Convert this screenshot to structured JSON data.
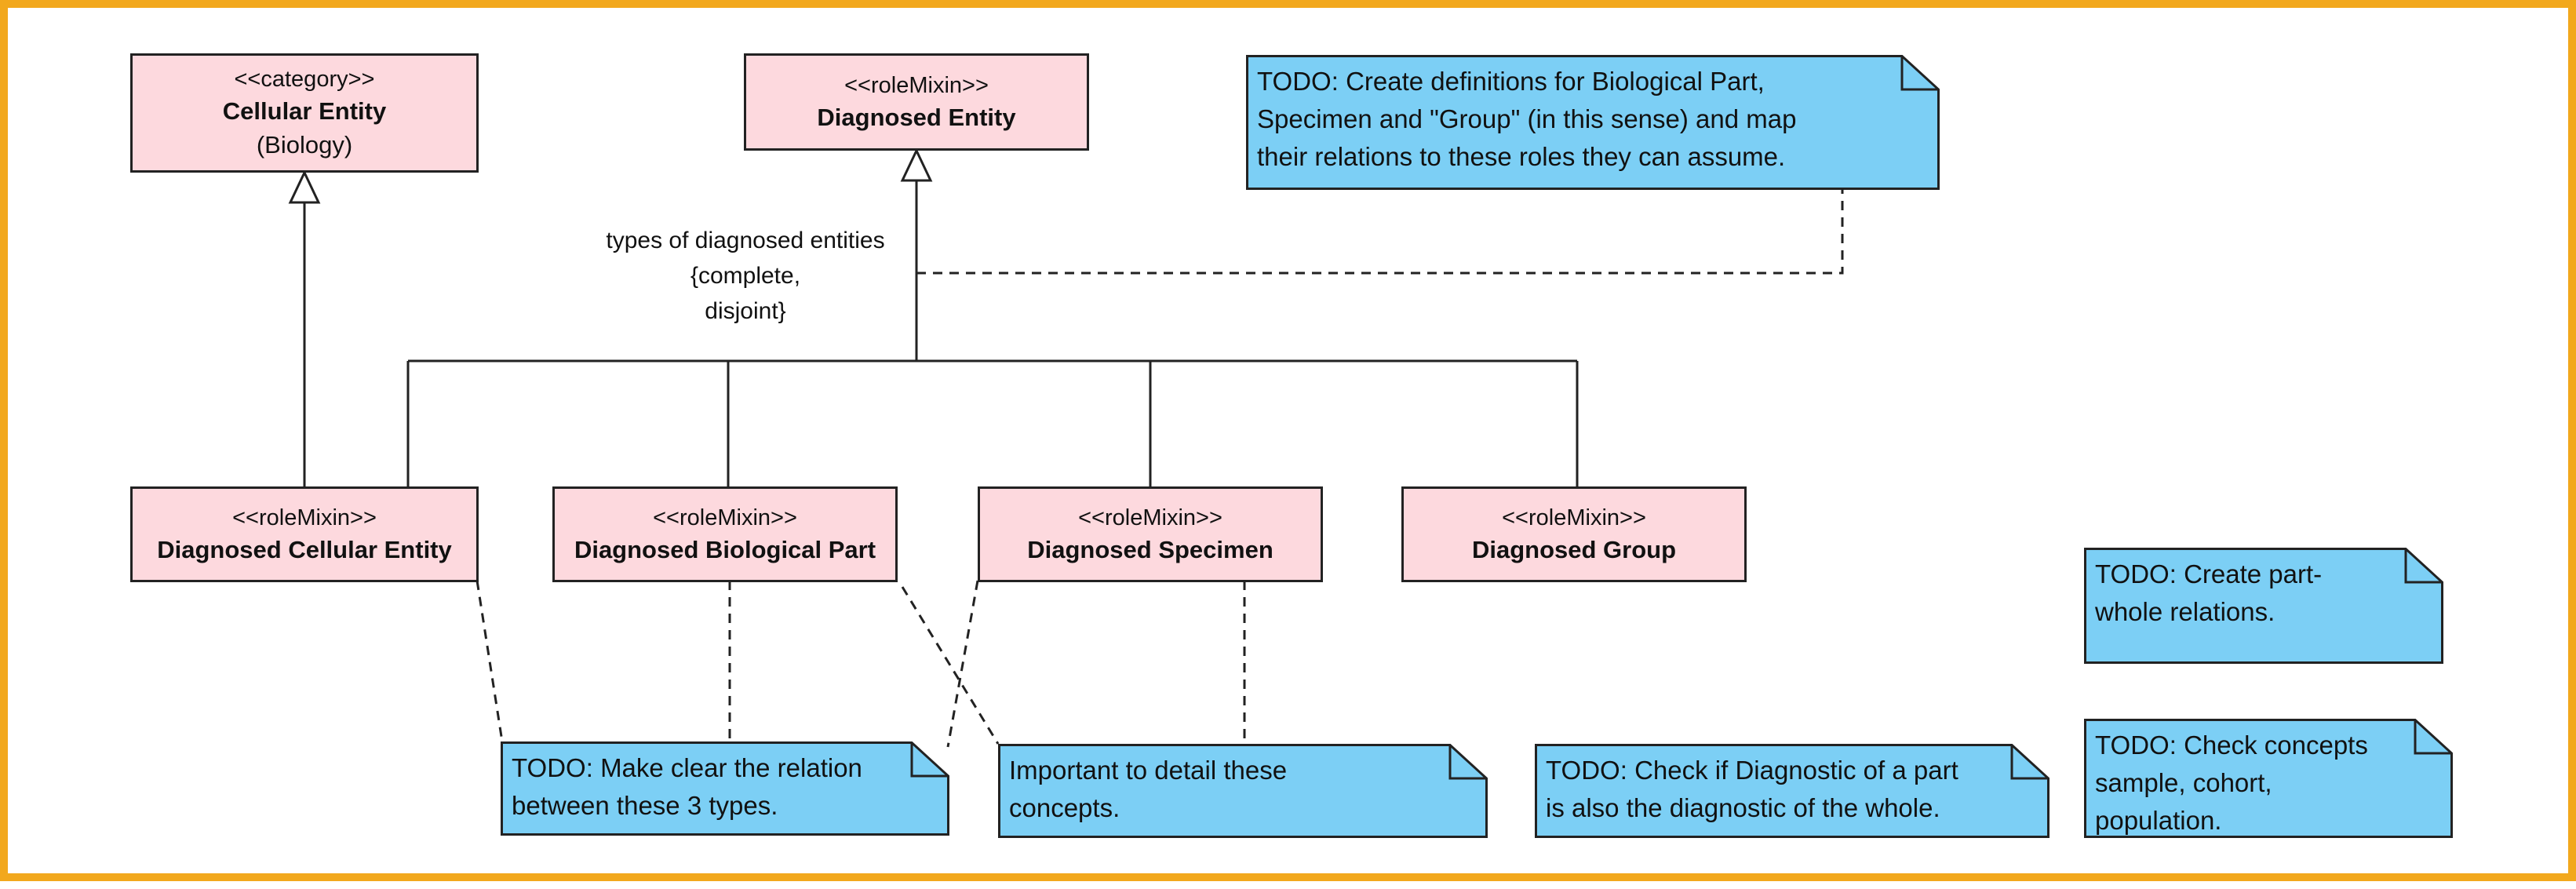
{
  "colors": {
    "frame": "#f2a81d",
    "class_fill": "#fdd9de",
    "note_fill": "#7ccff5",
    "line": "#222222"
  },
  "classes": {
    "cellular_entity": {
      "stereotype": "<<category>>",
      "name": "Cellular Entity",
      "sub": "(Biology)"
    },
    "diagnosed_entity": {
      "stereotype": "<<roleMixin>>",
      "name": "Diagnosed Entity"
    },
    "diagnosed_cellular_entity": {
      "stereotype": "<<roleMixin>>",
      "name": "Diagnosed Cellular Entity"
    },
    "diagnosed_biological_part": {
      "stereotype": "<<roleMixin>>",
      "name": "Diagnosed Biological Part"
    },
    "diagnosed_specimen": {
      "stereotype": "<<roleMixin>>",
      "name": "Diagnosed Specimen"
    },
    "diagnosed_group": {
      "stereotype": "<<roleMixin>>",
      "name": "Diagnosed Group"
    }
  },
  "generalization_set": {
    "label": "types of diagnosed entities\n{complete,\ndisjoint}"
  },
  "notes": {
    "definitions": "TODO: Create definitions for Biological Part,\nSpecimen and \"Group\" (in this sense) and map\ntheir relations to these roles they can assume.",
    "part_whole": "TODO: Create part-\nwhole relations.",
    "relation_types": "TODO: Make clear the relation\nbetween these 3 types.",
    "detail_concepts": "Important to detail these\nconcepts.",
    "diagnostic_part": "TODO: Check if Diagnostic of a part\nis also the diagnostic of the whole.",
    "check_concepts": "TODO: Check concepts\nsample, cohort,\npopulation."
  }
}
